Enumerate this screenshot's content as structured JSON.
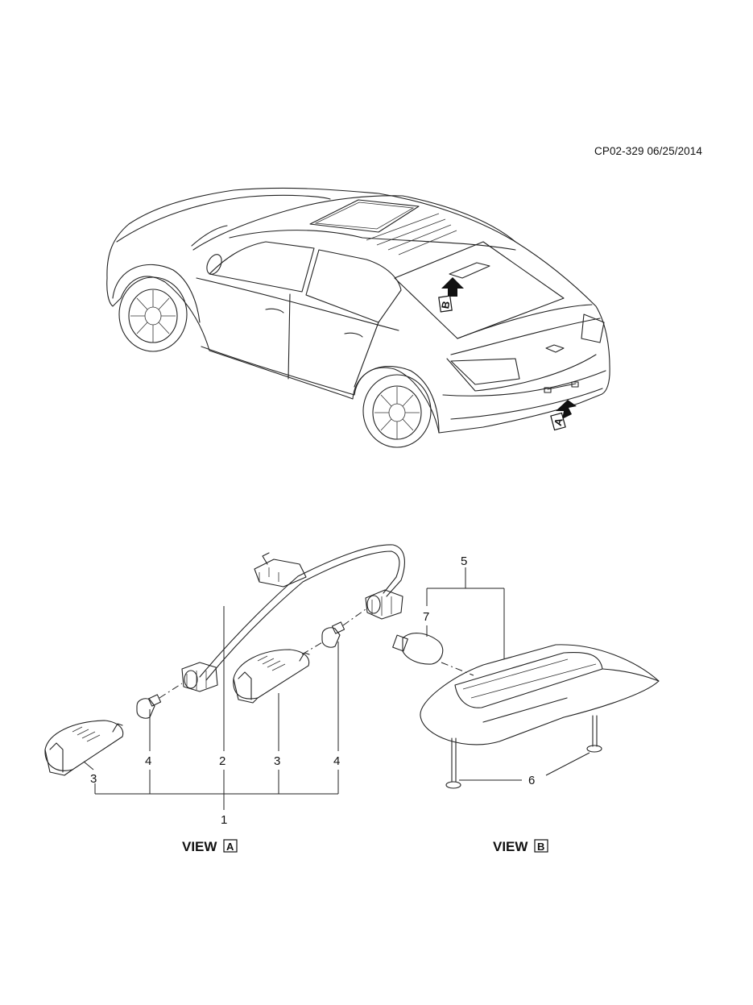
{
  "header": {
    "diagram_code": "CP02-329 06/25/2014"
  },
  "callouts": {
    "c1": "1",
    "c2": "2",
    "c3a": "3",
    "c3b": "3",
    "c4a": "4",
    "c4b": "4",
    "c5": "5",
    "c6": "6",
    "c7": "7"
  },
  "views": {
    "a_word": "VIEW",
    "a_letter": "A",
    "b_word": "VIEW",
    "b_letter": "B"
  },
  "car_markers": {
    "marker_a": "A",
    "marker_b": "B"
  },
  "icons": {
    "car": "sedan-car-illustration",
    "license_lamp": "license-plate-lamp-icon",
    "bulb": "wedge-bulb-icon",
    "socket": "bulb-socket-icon",
    "harness": "wiring-harness-icon",
    "brake_lamp": "high-mount-stop-lamp-icon",
    "screw": "screw-icon"
  }
}
